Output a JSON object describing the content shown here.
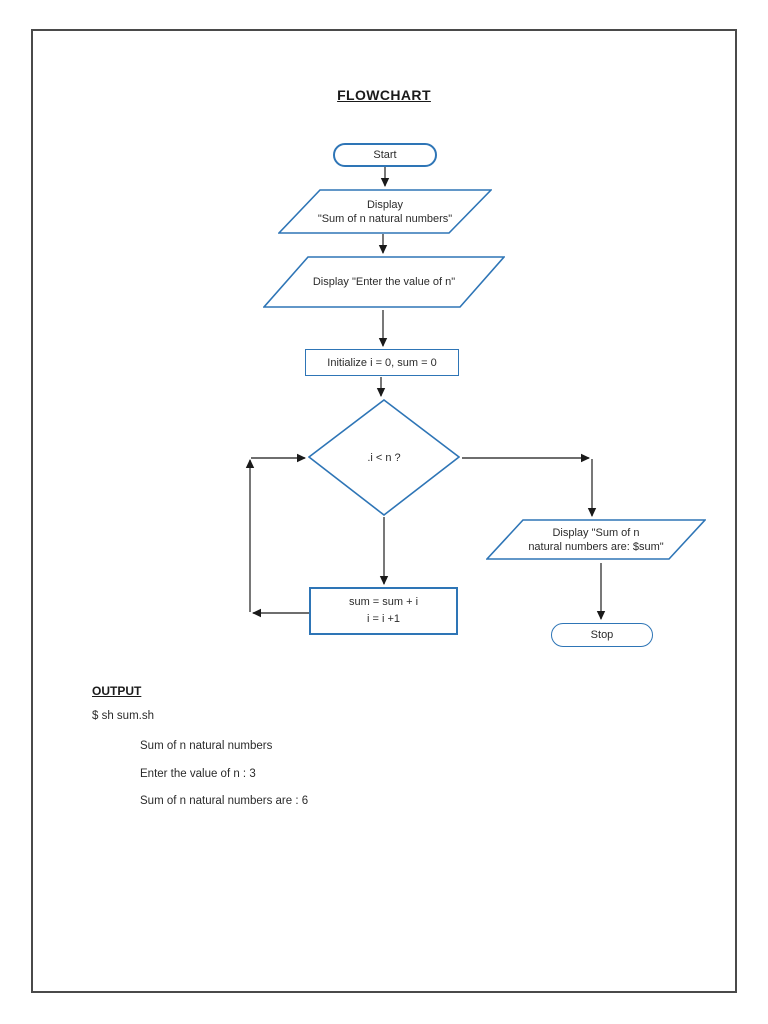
{
  "page": {
    "title": "FLOWCHART"
  },
  "flowchart": {
    "accent_color": "#2E75B6",
    "nodes": {
      "start": {
        "label": "Start"
      },
      "display_sum": {
        "line1": "Display",
        "line2": "\"Sum of n natural numbers\""
      },
      "display_enter": {
        "label": "Display \"Enter the value of n\""
      },
      "initialize": {
        "label": "Initialize i = 0, sum = 0"
      },
      "decision": {
        "label": ".i < n ?"
      },
      "display_result": {
        "line1": "Display \"Sum of n",
        "line2": "natural numbers are: $sum\""
      },
      "loop_body": {
        "line1": "sum = sum + i",
        "line2": "i = i +1"
      },
      "stop": {
        "label": "Stop"
      }
    }
  },
  "output": {
    "heading": "OUTPUT",
    "lines": [
      "$ sh sum.sh",
      "Sum of n natural numbers",
      "Enter the value of n : 3",
      "Sum of n natural numbers are : 6"
    ]
  }
}
